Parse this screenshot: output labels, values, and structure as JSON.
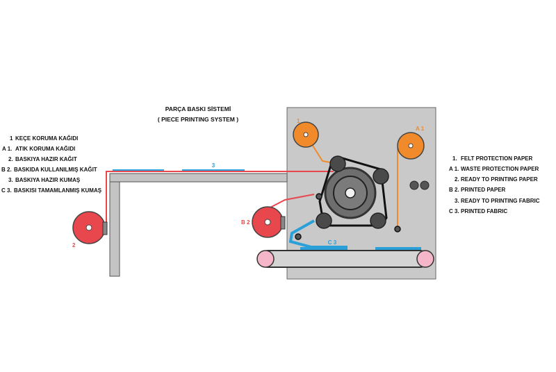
{
  "title": {
    "line1": "PARÇA BASKI SİSTEMİ",
    "line2": "( PIECE PRINTING SYSTEM )"
  },
  "legend_tr": [
    {
      "key": "1",
      "text": "KEÇE KORUMA KAĞIDI",
      "color": "#f08a2a"
    },
    {
      "key": "A 1.",
      "text": "ATIK  KORUMA KAĞIDI",
      "color": "#f08a2a"
    },
    {
      "key": "2.",
      "text": "BASKIYA HAZIR KAĞIT",
      "color": "#e8474d"
    },
    {
      "key": "B 2.",
      "text": "BASKIDA KULLANILMIŞ KAĞIT",
      "color": "#e8474d"
    },
    {
      "key": "3.",
      "text": "BASKIYA HAZIR KUMAŞ",
      "color": "#2a9fd8"
    },
    {
      "key": "C 3.",
      "text": "BASKISI TAMAMLANMIŞ KUMAŞ",
      "color": "#2a9fd8"
    }
  ],
  "legend_en": [
    {
      "key": "1.",
      "text": "FELT PROTECTION PAPER",
      "color": "#f08a2a"
    },
    {
      "key": "A 1.",
      "text": "WASTE PROTECTION PAPER",
      "color": "#f08a2a"
    },
    {
      "key": "2.",
      "text": "READY TO PRINTING PAPER",
      "color": "#e8474d"
    },
    {
      "key": "B 2.",
      "text": "PRINTED PAPER",
      "color": "#e8474d"
    },
    {
      "key": "3.",
      "text": "READY TO PRINTING FABRIC",
      "color": "#2a9fd8"
    },
    {
      "key": "C 3.",
      "text": "PRINTED  FABRIC",
      "color": "#2a9fd8"
    }
  ],
  "labels": {
    "roll_1": "1",
    "roll_a1": "A 1",
    "roll_2": "2",
    "roll_b2": "B 2",
    "fabric_3": "3",
    "fabric_c3": "C 3"
  },
  "colors": {
    "orange": "#f08a2a",
    "red": "#e8474d",
    "blue": "#2a9fd8",
    "machine": "#c9c9c9",
    "pink": "#f4b6c8",
    "dark": "#333333"
  }
}
